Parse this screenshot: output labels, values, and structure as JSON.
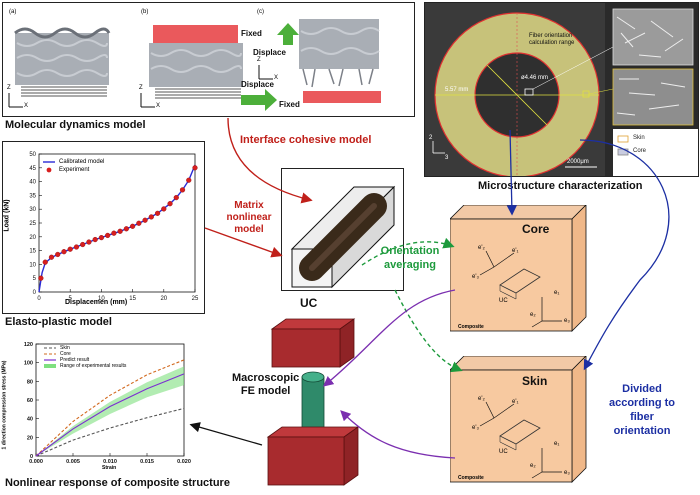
{
  "md_panel": {
    "title": "Molecular dynamics model",
    "sub_a": "(a)",
    "sub_b": "(b)",
    "sub_c": "(c)",
    "fixed_top": "Fixed",
    "fixed_bottom": "Fixed",
    "displace_up": "Displace",
    "displace_right": "Displace",
    "axis_z": "Z",
    "axis_x": "X"
  },
  "interface_label": "Interface cohesive model",
  "micro_panel": {
    "title": "Microstructure characterization",
    "range_label_1": "Fiber orientation",
    "range_label_2": "calculation range",
    "dim_outer": "5.57 mm",
    "dim_inner": "ø4.46 mm",
    "legend_skin": "Skin",
    "legend_core": "Core",
    "scale": "2000μm",
    "axis_2": "2",
    "axis_3": "3"
  },
  "elasto_panel": {
    "title": "Elasto-plastic model",
    "legend_model": "Calibrated model",
    "legend_exp": "Experiment",
    "colors": {
      "model": "#2a2ad6",
      "exp": "#d81e1e"
    }
  },
  "matrix_label": [
    "Matrix",
    "nonlinear",
    "model"
  ],
  "uc_label": "UC",
  "orientation_label": [
    "Orientation",
    "averaging"
  ],
  "core_box": {
    "title": "Core",
    "uc": "UC",
    "composite": "Composite",
    "e2p": "e'₂",
    "e1p": "e'₁",
    "e3p": "e'₃",
    "e1": "e₁",
    "e2": "e₂",
    "e3": "e₃"
  },
  "skin_box": {
    "title": "Skin",
    "uc": "UC",
    "composite": "Composite",
    "e2p": "e'₂",
    "e1p": "e'₁",
    "e3p": "e'₃",
    "e1": "e₁",
    "e2": "e₂",
    "e3": "e₃"
  },
  "divided_label": [
    "Divided",
    "according to",
    "fiber",
    "orientation"
  ],
  "fe_label": [
    "Macroscopic",
    "FE model"
  ],
  "nonlinear_panel": {
    "title": "Nonlinear response of composite structure",
    "legend": [
      "Skin",
      "Core",
      "Predict result",
      "Range of experimental results"
    ],
    "colors": {
      "skin": "#555555",
      "core": "#d2691e",
      "predict": "#7b2fd0",
      "range": "#7fe07f"
    }
  },
  "chart_data": [
    {
      "type": "line",
      "xlabel": "Displacemen (mm)",
      "ylabel": "Load (kN)",
      "xlim": [
        0,
        25
      ],
      "ylim": [
        0,
        50
      ],
      "x_ticks": [
        0,
        5,
        10,
        15,
        20,
        25
      ],
      "y_ticks": [
        0,
        5,
        10,
        15,
        20,
        25,
        30,
        35,
        40,
        45,
        50
      ],
      "series": [
        {
          "name": "Calibrated model",
          "x": [
            0,
            0.5,
            1,
            2,
            3,
            5,
            7,
            9,
            11,
            13,
            15,
            17,
            19,
            21,
            22,
            23,
            24,
            25
          ],
          "y": [
            0,
            7,
            10.5,
            12.5,
            13.6,
            15.5,
            17.2,
            19,
            20.5,
            22,
            23.8,
            26,
            28.5,
            32,
            34.2,
            37,
            40.5,
            46
          ]
        },
        {
          "name": "Experiment",
          "x": [
            0.3,
            1,
            2,
            3,
            4,
            5,
            6,
            7,
            8,
            9,
            10,
            11,
            12,
            13,
            14,
            15,
            16,
            17,
            18,
            19,
            20,
            21,
            22,
            23,
            24,
            25
          ],
          "y": [
            5,
            10.8,
            12.6,
            13.6,
            14.6,
            15.5,
            16.3,
            17.2,
            18.1,
            19,
            19.7,
            20.5,
            21.3,
            22,
            22.9,
            23.8,
            24.9,
            26,
            27.2,
            28.5,
            30.1,
            32,
            34.2,
            37,
            40.5,
            45
          ]
        }
      ]
    },
    {
      "type": "line",
      "xlabel": "Strain",
      "ylabel": "1 direction compression stress (MPa)",
      "xlim": [
        0,
        0.02
      ],
      "ylim": [
        0,
        120
      ],
      "x_ticks": [
        "0.000",
        "0.005",
        "0.010",
        "0.015",
        "0.020"
      ],
      "y_ticks": [
        0,
        20,
        40,
        60,
        80,
        100,
        120
      ],
      "series": [
        {
          "name": "Skin",
          "x": [
            0,
            0.005,
            0.01,
            0.015,
            0.02
          ],
          "y": [
            0,
            17,
            30,
            41,
            51
          ]
        },
        {
          "name": "Core",
          "x": [
            0,
            0.005,
            0.01,
            0.015,
            0.02
          ],
          "y": [
            0,
            37,
            65,
            87,
            103
          ]
        },
        {
          "name": "Predict result",
          "x": [
            0,
            0.005,
            0.01,
            0.015,
            0.02
          ],
          "y": [
            0,
            29,
            53,
            72,
            88
          ]
        },
        {
          "name": "Range of experimental results",
          "x": [
            0,
            0.005,
            0.01,
            0.015,
            0.02
          ],
          "y_low": [
            0,
            24,
            45,
            63,
            76
          ],
          "y_high": [
            0,
            32,
            58,
            79,
            96
          ]
        }
      ]
    }
  ]
}
